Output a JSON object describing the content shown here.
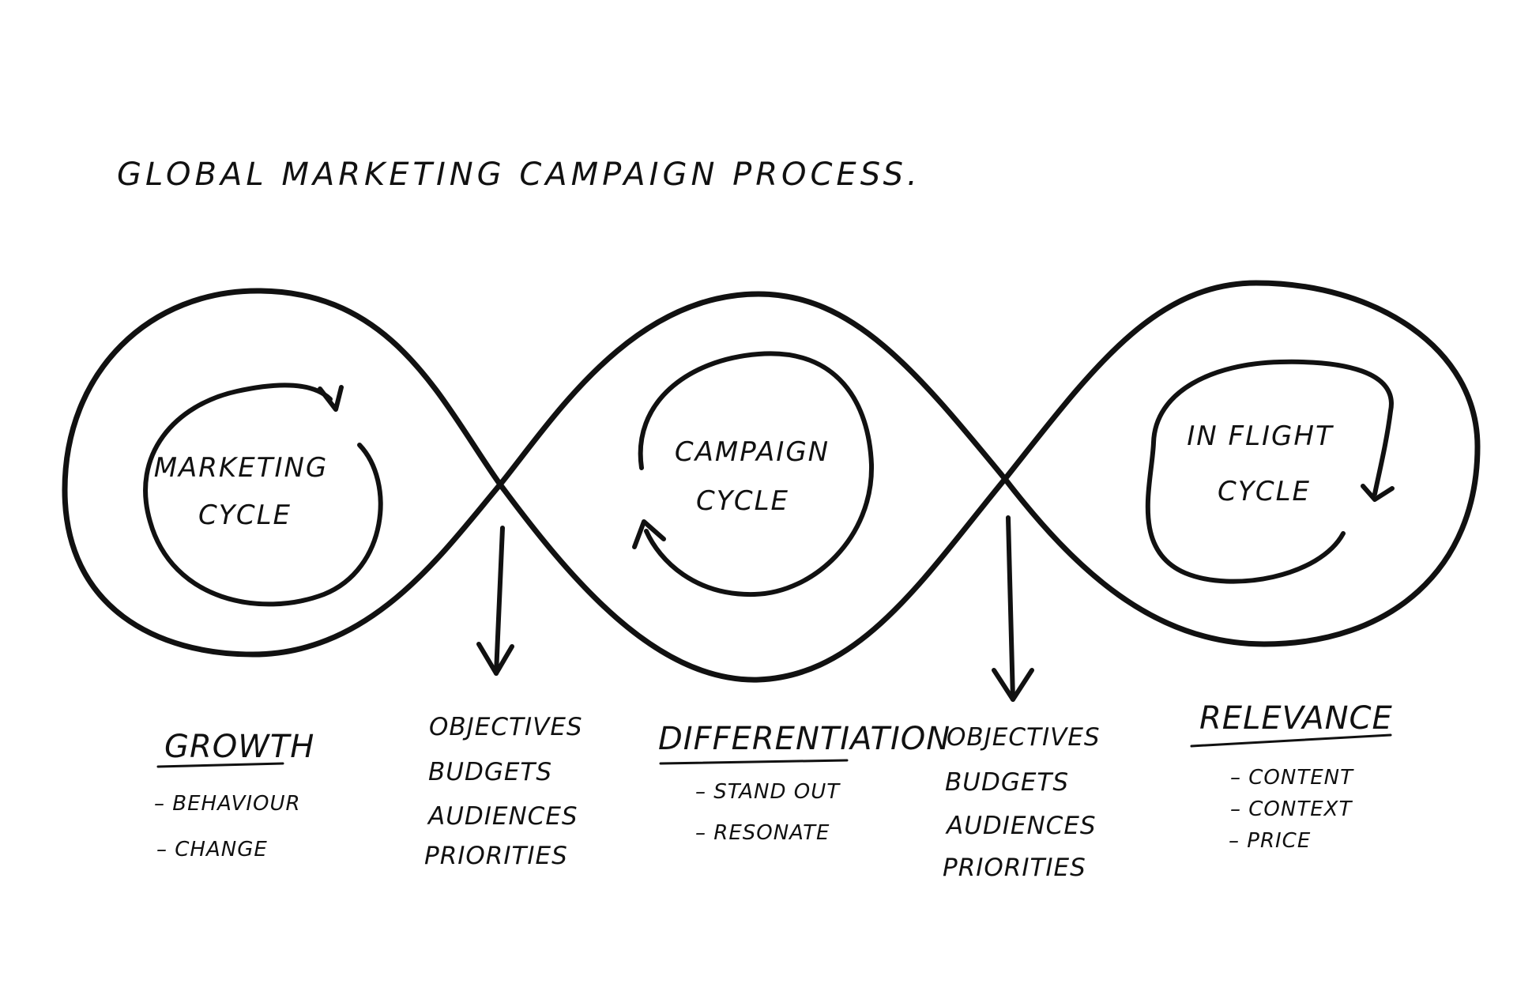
{
  "title": "GLOBAL MARKETING CAMPAIGN PROCESS.",
  "cycles": [
    {
      "line1": "MARKETING",
      "line2": "CYCLE"
    },
    {
      "line1": "CAMPAIGN",
      "line2": "CYCLE"
    },
    {
      "line1": "IN FLIGHT",
      "line2": "CYCLE"
    }
  ],
  "growth": {
    "heading": "GROWTH",
    "items": [
      "– BEHAVIOUR",
      "– CHANGE"
    ]
  },
  "inputs_1": {
    "items": [
      "OBJECTIVES",
      "BUDGETS",
      "AUDIENCES",
      "PRIORITIES"
    ]
  },
  "differentiation": {
    "heading": "DIFFERENTIATION",
    "items": [
      "– STAND OUT",
      "– RESONATE"
    ]
  },
  "inputs_2": {
    "items": [
      "OBJECTIVES",
      "BUDGETS",
      "AUDIENCES",
      "PRIORITIES"
    ]
  },
  "relevance": {
    "heading": "RELEVANCE",
    "items": [
      "– CONTENT",
      "– CONTEXT",
      "– PRICE"
    ]
  }
}
